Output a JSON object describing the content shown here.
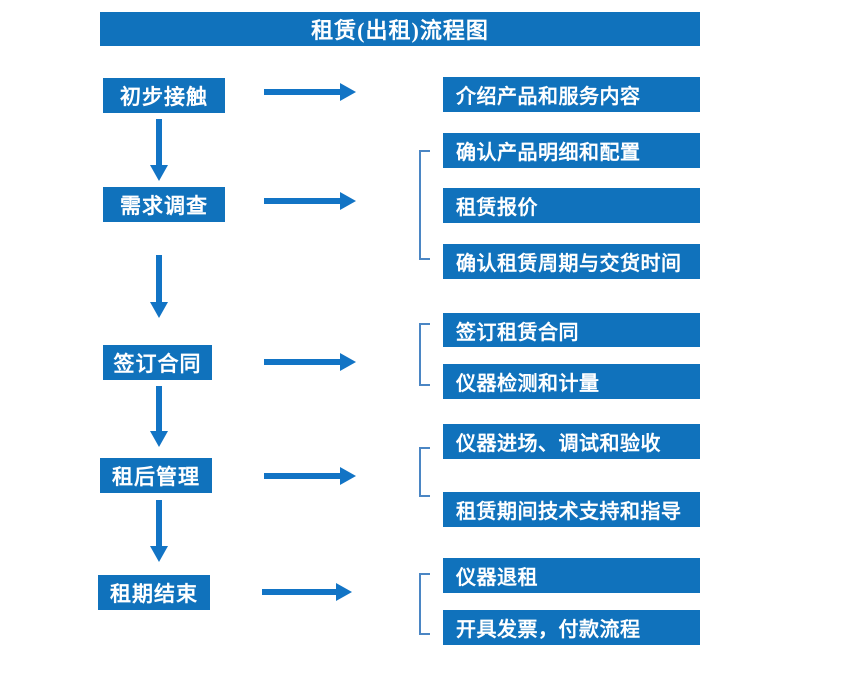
{
  "title": "租赁(出租)流程图",
  "colors": {
    "accent": "#1072BC",
    "arrow": "#1274C5",
    "bracket": "#4B86C4",
    "box_text": "#FFFFFF",
    "background": "#FFFFFF"
  },
  "flow": {
    "stages": [
      {
        "label": "初步接触",
        "outputs": [
          "介绍产品和服务内容"
        ]
      },
      {
        "label": "需求调查",
        "outputs": [
          "确认产品明细和配置",
          "租赁报价",
          "确认租赁周期与交货时间"
        ]
      },
      {
        "label": "签订合同",
        "outputs": [
          "签订租赁合同",
          "仪器检测和计量"
        ]
      },
      {
        "label": "租后管理",
        "outputs": [
          "仪器进场、调试和验收",
          "租赁期间技术支持和指导"
        ]
      },
      {
        "label": "租期结束",
        "outputs": [
          "仪器退租",
          "开具发票，付款流程"
        ]
      }
    ]
  }
}
